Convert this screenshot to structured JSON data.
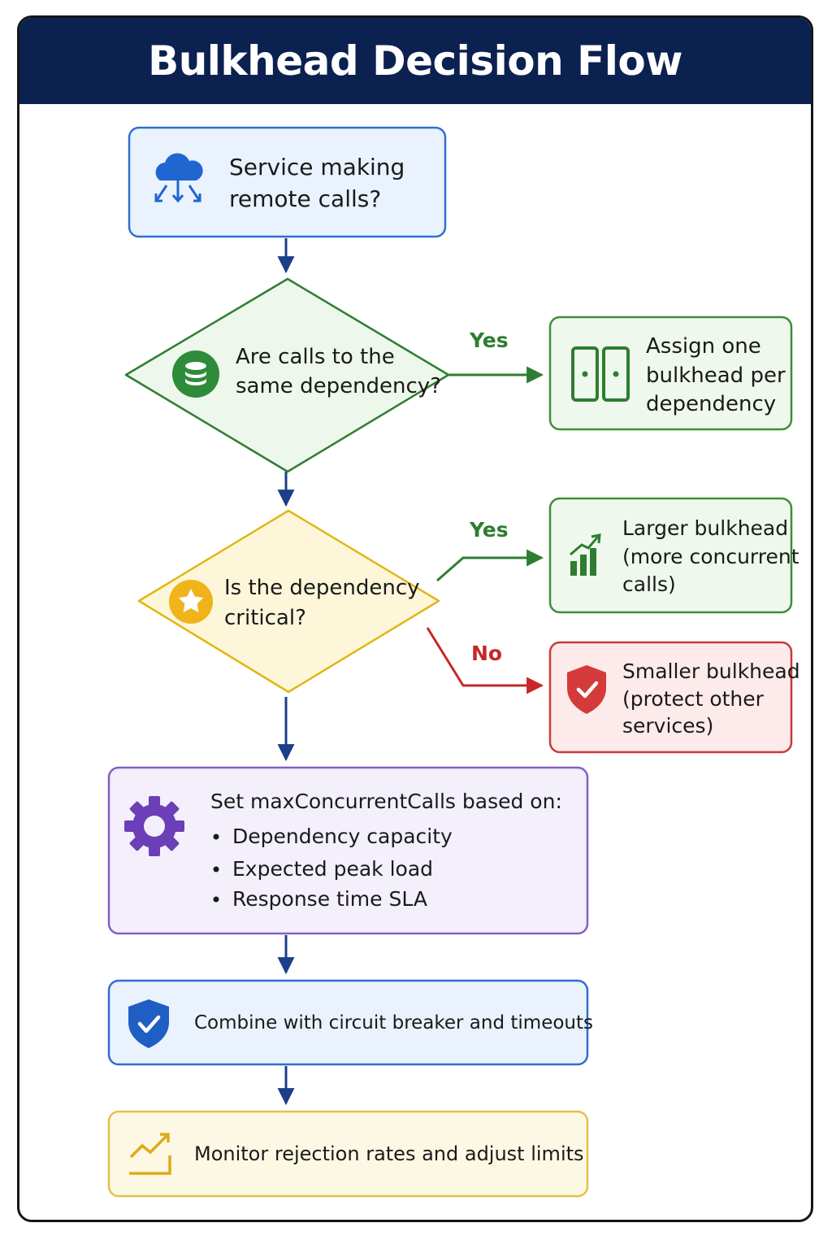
{
  "title": "Bulkhead Decision Flow",
  "colors": {
    "header_bg": "#0b2150",
    "flow_arrow": "#1c3f8a",
    "yes": "#2e7d32",
    "no": "#c62828",
    "start_fill": "#eaf2fd",
    "start_border": "#2f6fd0",
    "q1_fill": "#eef7ec",
    "q1_border": "#2e7d32",
    "q2_fill": "#fdf6d9",
    "q2_border": "#e2b616",
    "green_fill": "#eff8ec",
    "green_border": "#3f8d3b",
    "red_fill": "#fdeaea",
    "red_border": "#c93a3a",
    "purple_fill": "#f3effb",
    "purple_border": "#8360c3",
    "blue_fill": "#eaf2fd",
    "blue_border": "#2f6fd0",
    "yellow_fill": "#fdf8e3",
    "yellow_border": "#e4c14a"
  },
  "nodes": {
    "start": {
      "icon": "cloud-network-icon",
      "lines": [
        "Service making",
        "remote calls?"
      ]
    },
    "q_same_dependency": {
      "icon": "database-icon",
      "lines": [
        "Are calls to the",
        "same dependency?"
      ]
    },
    "assign_per_dependency": {
      "icon": "bulkhead-partition-icon",
      "lines": [
        "Assign one",
        "bulkhead per",
        "dependency"
      ]
    },
    "q_critical": {
      "icon": "star-icon",
      "lines": [
        "Is the dependency",
        "critical?"
      ]
    },
    "larger_bulkhead": {
      "icon": "bar-chart-up-icon",
      "lines": [
        "Larger bulkhead",
        "(more concurrent",
        "calls)"
      ]
    },
    "smaller_bulkhead": {
      "icon": "shield-check-icon",
      "lines": [
        "Smaller bulkhead",
        "(protect other",
        "services)"
      ]
    },
    "set_max": {
      "icon": "gear-icon",
      "heading": "Set maxConcurrentCalls based on:",
      "bullets": [
        "Dependency capacity",
        "Expected peak load",
        "Response time SLA"
      ]
    },
    "combine": {
      "icon": "shield-check-icon",
      "text": "Combine with circuit breaker and timeouts"
    },
    "monitor": {
      "icon": "trend-up-icon",
      "text": "Monitor rejection rates and adjust limits"
    }
  },
  "edges": [
    {
      "from": "start",
      "to": "q_same_dependency",
      "label": ""
    },
    {
      "from": "q_same_dependency",
      "to": "assign_per_dependency",
      "label": "Yes"
    },
    {
      "from": "q_same_dependency",
      "to": "q_critical",
      "label": ""
    },
    {
      "from": "q_critical",
      "to": "larger_bulkhead",
      "label": "Yes"
    },
    {
      "from": "q_critical",
      "to": "smaller_bulkhead",
      "label": "No"
    },
    {
      "from": "q_critical",
      "to": "set_max",
      "label": ""
    },
    {
      "from": "set_max",
      "to": "combine",
      "label": ""
    },
    {
      "from": "combine",
      "to": "monitor",
      "label": ""
    }
  ]
}
